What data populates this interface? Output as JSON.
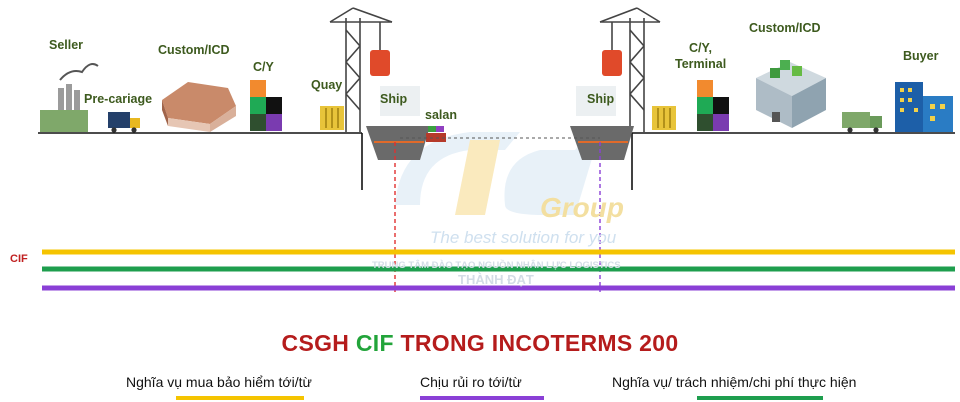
{
  "labels": {
    "seller": "Seller",
    "pre_carriage": "Pre-cariage",
    "custom_left": "Custom/ICD",
    "cy_left": "C/Y",
    "quay": "Quay",
    "ship_left": "Ship",
    "salan": "salan",
    "ship_right": "Ship",
    "cy_right_1": "C/Y,",
    "cy_right_2": "Terminal",
    "custom_right": "Custom/ICD",
    "buyer": "Buyer"
  },
  "watermark": {
    "group": "Group",
    "slogan": "The best solution for you",
    "line1": "TRUNG TÂM ĐÀO TẠO NGUỒN NHÂN LỰC LOGISTICS",
    "line2": "THÀNH ĐẠT"
  },
  "term_label": "CIF",
  "title": {
    "part1": "CSGH ",
    "part2": "CIF",
    "part3": " TRONG INCOTERMS 200"
  },
  "legend": {
    "insurance": "Nghĩa vụ mua bảo hiểm tới/từ",
    "risk": "Chịu rủi ro tới/từ",
    "obligation": "Nghĩa vụ/ trách nhiệm/chi phí thực hiện"
  },
  "colors": {
    "insurance": "#f5c400",
    "risk": "#8a3fd6",
    "obligation": "#1e9e4e",
    "title_red": "#b51c1c",
    "title_green": "#22a43a",
    "risk_marker": "#e03030",
    "label_text": "#3d5a1e"
  }
}
